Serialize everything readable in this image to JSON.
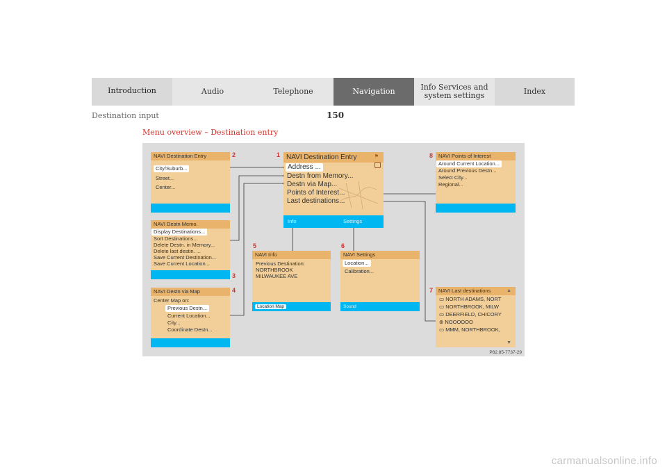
{
  "nav_tabs": {
    "introduction": "Introduction",
    "audio": "Audio",
    "telephone": "Telephone",
    "navigation": "Navigation",
    "info_line1": "Info Services and",
    "info_line2": "system settings",
    "index": "Index"
  },
  "header": {
    "section": "Destination input",
    "page": "150",
    "heading": "Menu overview – Destination entry"
  },
  "figure": {
    "code": "P82.85-7737-29",
    "numbers": [
      "1",
      "2",
      "3",
      "4",
      "5",
      "6",
      "7",
      "8"
    ],
    "panel_dest_entry_small": {
      "title": "NAVI Destination Entry",
      "items": [
        "City/Suburb...",
        "Street...",
        "Center..."
      ]
    },
    "panel_memo": {
      "title": "NAVI Destn Memo.",
      "items": [
        "Display Destinations...",
        "Sort Destinations...",
        "Delete Destn. in Memory...",
        "Delete last destin. ...",
        "Save Current Destination...",
        "Save Current Location..."
      ]
    },
    "panel_via_map": {
      "title": "NAVI Destn via Map",
      "heading_line": "Center Map on:",
      "items": [
        "Previous Destn...",
        "Current Location...",
        "City...",
        "Coordinate Destn..."
      ]
    },
    "panel_main": {
      "title": "NAVI Destination Entry",
      "items": [
        "Address ...",
        "Destn from Memory...",
        "Destn via Map...",
        "Points of Interest...",
        "Last destinations..."
      ],
      "soft_left": "Info",
      "soft_right": "Settings"
    },
    "panel_info": {
      "title": "NAVI Info",
      "items": [
        "Previous Destination:",
        "NORTHBROOK",
        "MILWAUKEE AVE"
      ],
      "soft": "Location Map"
    },
    "panel_settings": {
      "title": "NAVI Settings",
      "items": [
        "Location...",
        "Calibration..."
      ],
      "soft": "Sound"
    },
    "panel_poi": {
      "title": "NAVI Points of Interest",
      "items": [
        "Around Current Location...",
        "Around Previous Destn...",
        "Select City...",
        "Regional..."
      ]
    },
    "panel_last": {
      "title": "NAVI Last destinations",
      "items": [
        "NORTH ADAMS, NORT",
        "NORTHBROOK, MILW",
        "DEERFIELD, CHICORY",
        "NOOOOOO",
        "MMM, NORTHBROOK,"
      ]
    }
  },
  "watermark": "carmanualsonline.info"
}
